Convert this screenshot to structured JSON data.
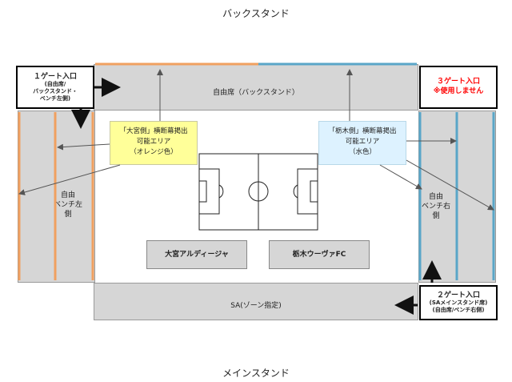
{
  "titles": {
    "back_stand": "バックスタンド",
    "main_stand": "メインスタンド"
  },
  "stands": {
    "back": "自由席（バックスタンド）",
    "left": [
      "自由",
      "ベンチ左",
      "側"
    ],
    "right": [
      "自由",
      "ベンチ右",
      "側"
    ],
    "sa": "SA(ゾーン指定)"
  },
  "gates": {
    "gate1": {
      "title": "１ゲート入口",
      "sub": [
        "(自由席/",
        "バックスタンド・",
        "ベンチ左側)"
      ]
    },
    "gate3": {
      "title": "３ゲート入口",
      "sub": [
        "※使用しません"
      ]
    },
    "gate2": {
      "title": "２ゲート入口",
      "sub": [
        "(SAメインスタンド席)",
        "(自由席/ベンチ右側)"
      ]
    }
  },
  "areas": {
    "omiya": {
      "lines": [
        "「大宮側」横断幕掲出",
        "可能エリア",
        "（オレンジ色）"
      ],
      "color": "#ffff99"
    },
    "tochigi": {
      "lines": [
        "「栃木側」横断幕掲出",
        "可能エリア",
        "（水色）"
      ],
      "color": "#ddf2ff"
    }
  },
  "teams": {
    "home": "大宮アルディージャ",
    "away": "栃木ウーヴァFC"
  },
  "colors": {
    "orange": "#f0a060",
    "blue": "#5aa6c8",
    "stand_fill": "#d6d6d6",
    "arrow": "#555555",
    "gate_arrow": "#222222"
  }
}
